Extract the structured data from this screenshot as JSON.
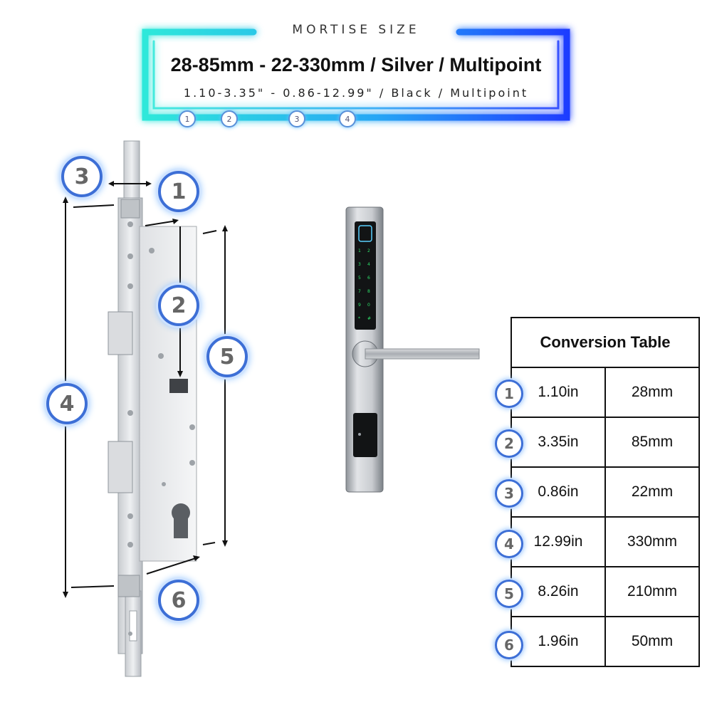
{
  "header": {
    "section_title": "MORTISE SIZE",
    "main_spec": "28-85mm - 22-330mm / Silver / Multipoint",
    "sub_spec": "1.10-3.35\" - 0.86-12.99\" / Black / Multipoint",
    "markers": [
      "1",
      "2",
      "3",
      "4"
    ]
  },
  "diagram": {
    "callouts": [
      "1",
      "2",
      "3",
      "4",
      "5",
      "6"
    ]
  },
  "conversion_table": {
    "title": "Conversion Table",
    "rows": [
      {
        "num": "1",
        "inches": "1.10in",
        "mm": "28mm"
      },
      {
        "num": "2",
        "inches": "3.35in",
        "mm": "85mm"
      },
      {
        "num": "3",
        "inches": "0.86in",
        "mm": "22mm"
      },
      {
        "num": "4",
        "inches": "12.99in",
        "mm": "330mm"
      },
      {
        "num": "5",
        "inches": "8.26in",
        "mm": "210mm"
      },
      {
        "num": "6",
        "inches": "1.96in",
        "mm": "50mm"
      }
    ]
  },
  "colors": {
    "neon_cyan": "#2ee6e0",
    "neon_blue": "#1f4fff",
    "badge_ring": "#3d6fd6"
  }
}
